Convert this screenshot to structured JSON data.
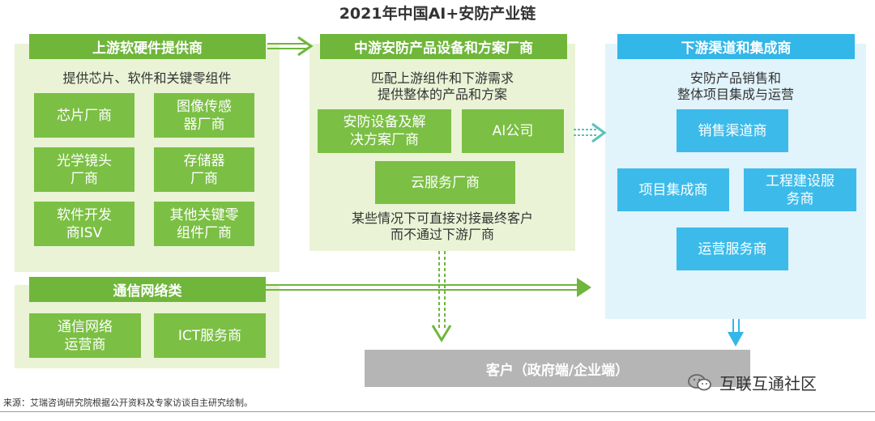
{
  "title": "2021年中国AI+安防产业链",
  "upstream": {
    "header": "上游软硬件提供商",
    "desc": "提供芯片、软件和关键零组件",
    "boxes": [
      "芯片厂商",
      "图像传感\n器厂商",
      "光学镜头\n厂商",
      "存储器\n厂商",
      "软件开发\n商ISV",
      "其他关键零\n组件厂商"
    ]
  },
  "communication": {
    "header": "通信网络类",
    "boxes": [
      "通信网络\n运营商",
      "ICT服务商"
    ]
  },
  "midstream": {
    "header": "中游安防产品设备和方案厂商",
    "desc": "匹配上游组件和下游需求\n提供整体的产品和方案",
    "boxes": [
      "安防设备及解\n决方案厂商",
      "AI公司",
      "云服务厂商"
    ],
    "note": "某些情况下可直接对接最终客户\n而不通过下游厂商"
  },
  "downstream": {
    "header": "下游渠道和集成商",
    "desc": "安防产品销售和\n整体项目集成与运营",
    "boxes": [
      "销售渠道商",
      "项目集成商",
      "工程建设服\n务商",
      "运营服务商"
    ]
  },
  "customer": "客户（政府端/企业端）",
  "source": "来源：艾瑞咨询研究院根据公开资料及专家访谈自主研究绘制。",
  "watermark": "互联互通社区",
  "colors": {
    "green": "#6fb63a",
    "light_green": "#eaf3d6",
    "blue": "#33b6e8",
    "light_blue": "#e1f3fb",
    "gray": "#b5b5b5"
  }
}
